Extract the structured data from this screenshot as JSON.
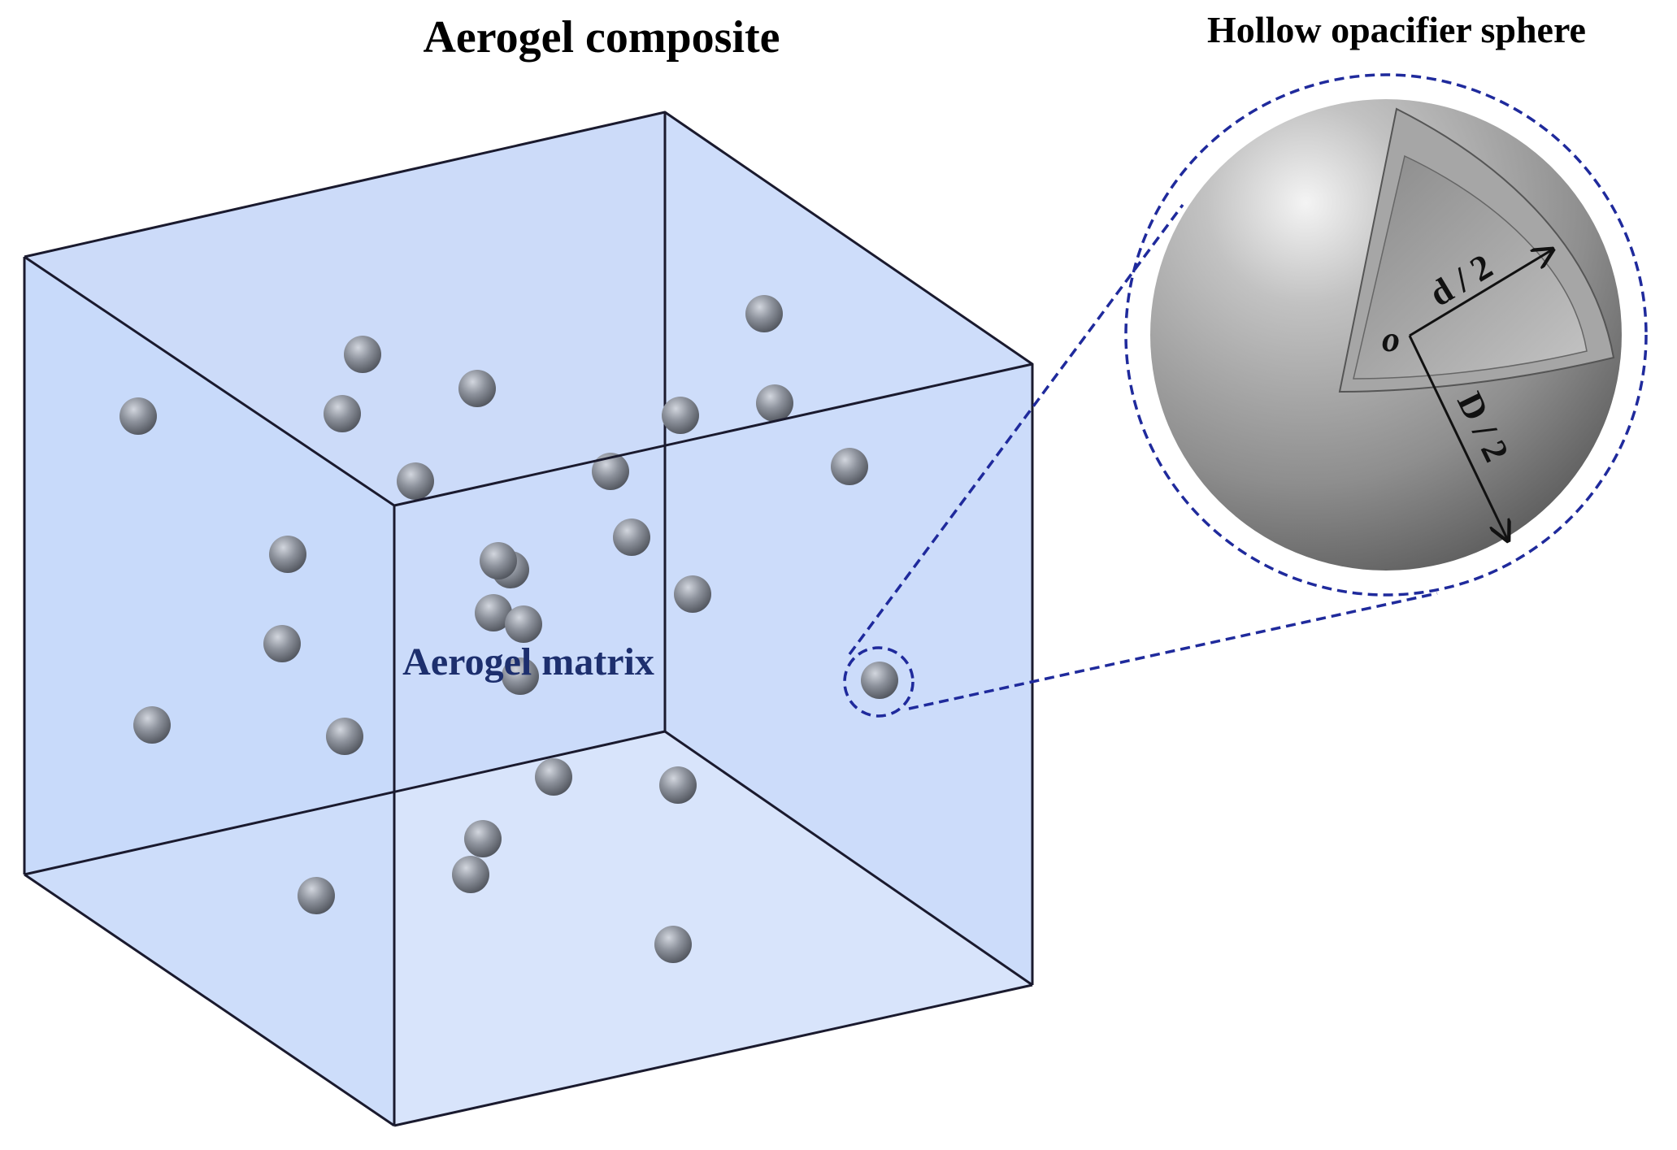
{
  "titles": {
    "composite": "Aerogel composite",
    "sphere": "Hollow opacifier sphere"
  },
  "labels": {
    "matrix": "Aerogel matrix",
    "origin": "o",
    "inner_radius": "d / 2",
    "outer_radius": "D / 2"
  },
  "colors": {
    "cube_fill": "#c8d8f8",
    "cube_edge": "#1a1a2e",
    "particle": "#8a8f9a",
    "zoom_callout": "#1f2a9c",
    "matrix_label": "#1d2f6e",
    "sphere_shell": "#8c8c8c"
  }
}
